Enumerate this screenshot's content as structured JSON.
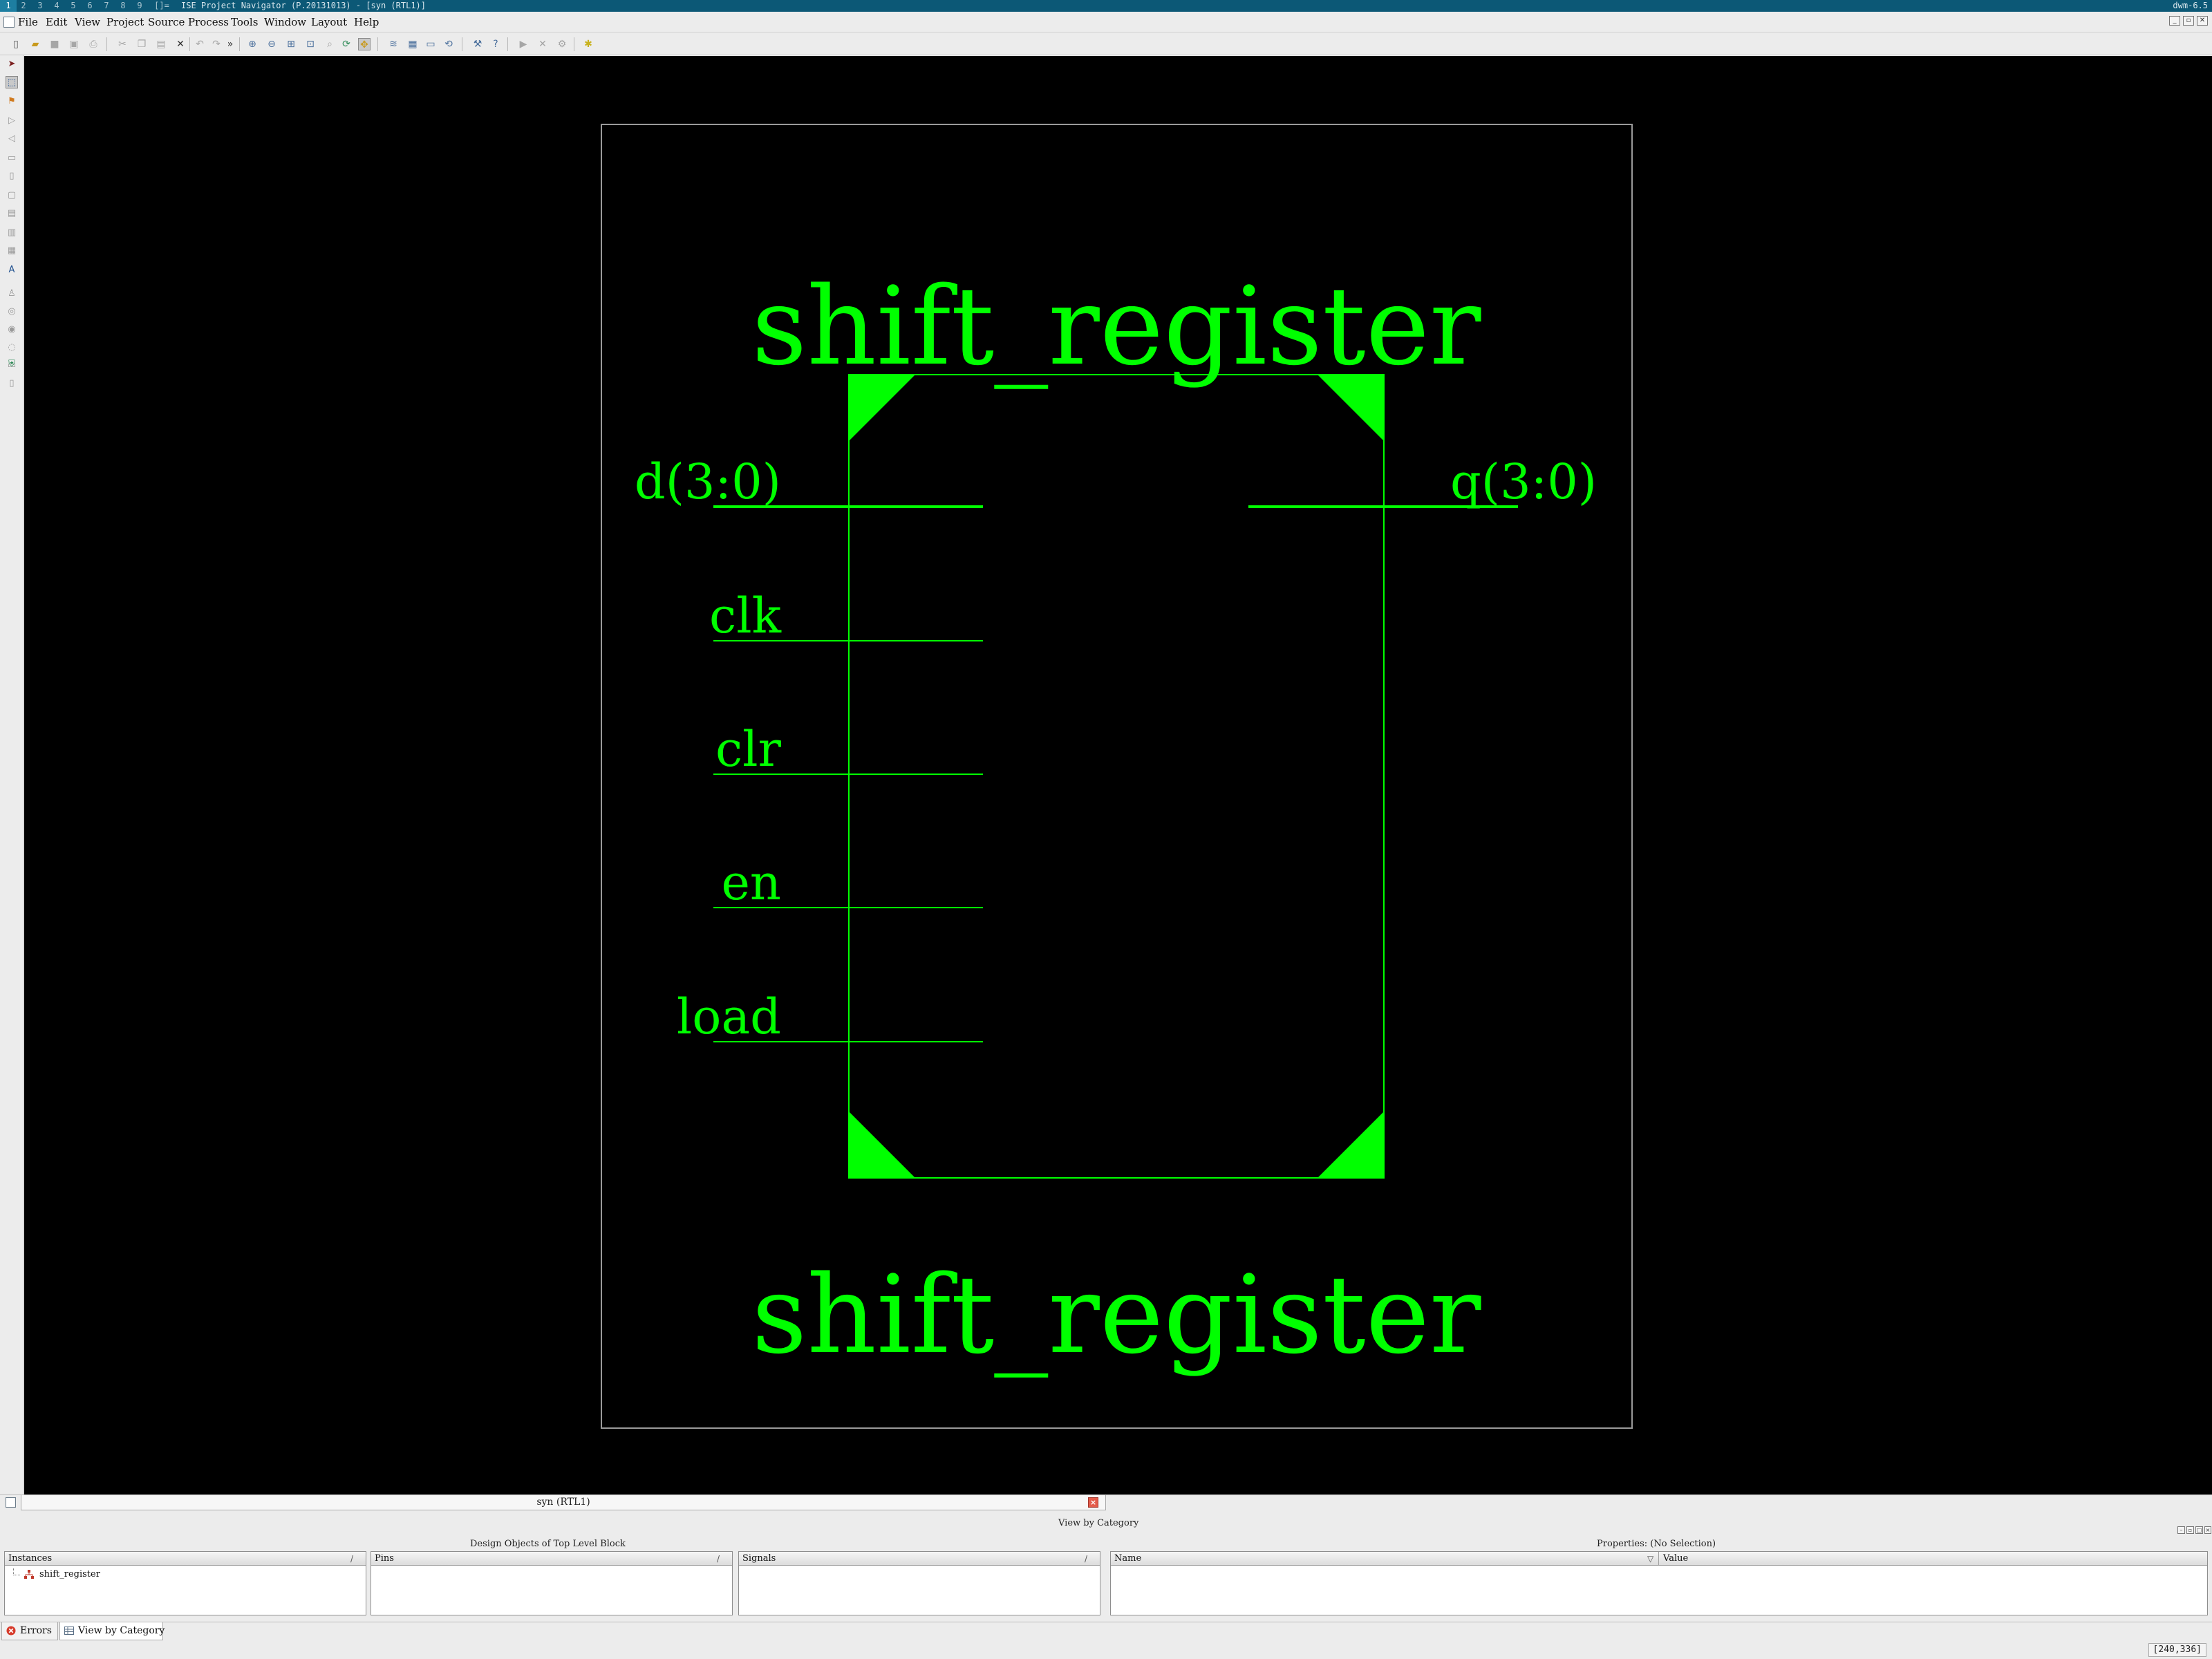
{
  "wm": {
    "workspaces": [
      "1",
      "2",
      "3",
      "4",
      "5",
      "6",
      "7",
      "8",
      "9",
      "[]="
    ],
    "active_workspace": "1",
    "window_title": "ISE Project Navigator (P.20131013) - [syn (RTL1)]",
    "right_status": "dwm-6.5"
  },
  "menubar": {
    "items": [
      "File",
      "Edit",
      "View",
      "Project",
      "Source",
      "Process",
      "Tools",
      "Window",
      "Layout",
      "Help"
    ],
    "window_controls": [
      "_",
      "▫",
      "✕"
    ]
  },
  "toolbar": {
    "buttons": [
      "new-file-icon",
      "open-file-icon",
      "save-icon",
      "save-all-icon",
      "print-icon",
      "cut-icon",
      "copy-icon",
      "paste-icon",
      "delete-icon",
      "undo-icon",
      "redo-icon",
      "more-icon",
      "zoom-in-icon",
      "zoom-out-icon",
      "zoom-fit-icon",
      "zoom-area-icon",
      "zoom-select-icon",
      "refresh-icon",
      "select-pan-icon",
      "layout-icon",
      "grid-icon",
      "window-icon",
      "loop-icon",
      "wrench-icon",
      "help-icon",
      "run-icon",
      "stop-icon",
      "settings-icon",
      "bulb-icon"
    ]
  },
  "schematic": {
    "title_top": "shift_register",
    "title_bottom": "shift_register",
    "inputs": [
      "d(3:0)",
      "clk",
      "clr",
      "en",
      "load"
    ],
    "outputs": [
      "q(3:0)"
    ],
    "colors": {
      "background": "#000000",
      "symbol": "#00ff00",
      "frame": "#9a9a9a"
    }
  },
  "doc_tab": {
    "label": "syn (RTL1)"
  },
  "vbc_panel": {
    "header": "View by Category",
    "design_objects_title": "Design Objects of Top Level Block",
    "properties_title": "Properties: (No Selection)",
    "instances": {
      "header": "Instances",
      "sort": "/",
      "rows": [
        "shift_register"
      ]
    },
    "pins": {
      "header": "Pins",
      "sort": "/"
    },
    "signals": {
      "header": "Signals",
      "sort": "/"
    },
    "properties": {
      "name_header": "Name",
      "value_header": "Value",
      "sort": "▽"
    }
  },
  "bottom_tabs": {
    "errors": "Errors",
    "view_by_category": "View by Category"
  },
  "status": {
    "coords": "[240,336]"
  }
}
